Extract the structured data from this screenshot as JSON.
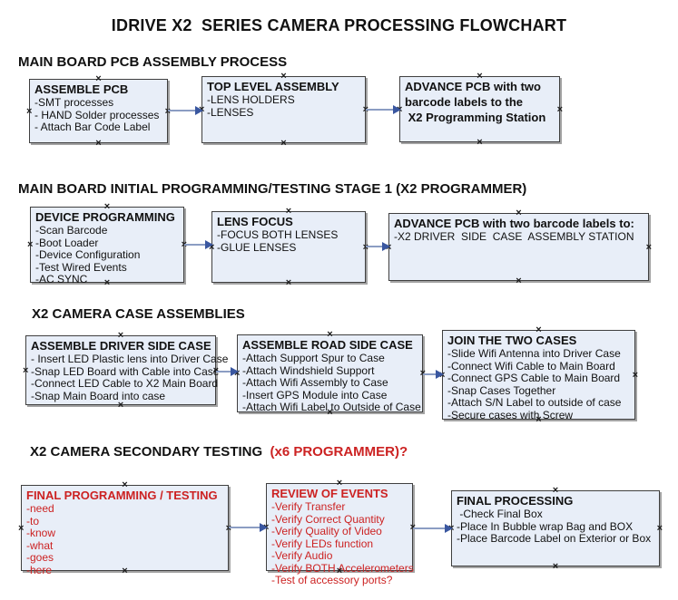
{
  "title": "IDRIVE X2  SERIES CAMERA PROCESSING FLOWCHART",
  "glyphs": {
    "connection_marker": "×"
  },
  "colors": {
    "box_fill": "#e8eef8",
    "box_border": "#3f3f3f",
    "box_shadow": "#a3a3a3",
    "arrow_line": "#8b9dc3",
    "arrow_head": "#3a57a0",
    "red_text": "#cc2222",
    "black_text": "#111111"
  },
  "sections": [
    {
      "heading": "MAIN BOARD PCB ASSEMBLY PROCESS",
      "boxes": [
        {
          "title": "ASSEMBLE PCB",
          "lines": [
            "-SMT processes",
            "- HAND Solder processes",
            "- Attach Bar Code Label"
          ]
        },
        {
          "title": "TOP LEVEL ASSEMBLY",
          "lines": [
            "-LENS HOLDERS",
            "-LENSES"
          ]
        },
        {
          "title": "",
          "lines": [
            "ADVANCE PCB with two",
            "barcode labels to the",
            " X2 Programming Station"
          ]
        }
      ]
    },
    {
      "heading": "MAIN BOARD INITIAL PROGRAMMING/TESTING STAGE 1 (X2 PROGRAMMER)",
      "boxes": [
        {
          "title": "DEVICE PROGRAMMING",
          "lines": [
            "-Scan Barcode",
            "-Boot Loader",
            "-Device Configuration",
            "-Test Wired Events",
            "-AC SYNC"
          ]
        },
        {
          "title": "LENS FOCUS",
          "lines": [
            "-FOCUS BOTH LENSES",
            "-GLUE LENSES"
          ]
        },
        {
          "title": "ADVANCE PCB with two barcode labels to:",
          "lines": [
            "-X2 DRIVER  SIDE  CASE  ASSEMBLY STATION"
          ]
        }
      ]
    },
    {
      "heading": "X2 CAMERA CASE ASSEMBLIES",
      "boxes": [
        {
          "title": "ASSEMBLE DRIVER SIDE CASE",
          "lines": [
            "- Insert LED Plastic lens into Driver Case",
            "-Snap LED Board with Cable into Case",
            "-Connect LED Cable to X2 Main Board",
            "-Snap Main Board into case"
          ]
        },
        {
          "title": "ASSEMBLE ROAD SIDE CASE",
          "lines": [
            "-Attach Support Spur to Case",
            "-Attach Windshield Support",
            "-Attach Wifi Assembly to Case",
            "-Insert GPS Module into Case",
            "-Attach Wifi Label to Outside of Case"
          ]
        },
        {
          "title": "JOIN THE TWO CASES",
          "lines": [
            "-Slide Wifi Antenna into Driver Case",
            "-Connect Wifi Cable to Main Board",
            "-Connect GPS Cable to Main Board",
            "-Snap Cases Together",
            "-Attach S/N Label to outside of case",
            "-Secure cases with Screw"
          ]
        }
      ]
    },
    {
      "heading": "X2 CAMERA SECONDARY TESTING  ",
      "heading_red": "(x6 PROGRAMMER)?",
      "boxes": [
        {
          "title": "FINAL PROGRAMMING / TESTING",
          "lines": [
            "-need",
            "-to",
            "-know",
            "-what",
            "-goes",
            "-here"
          ]
        },
        {
          "title": "REVIEW OF EVENTS",
          "lines": [
            "-Verify Transfer",
            "-Verify Correct Quantity",
            "-Verify Quality of Video",
            "-Verify LEDs function",
            "-Verify Audio",
            "-Verify BOTH Accelerometers",
            "-Test of accessory ports?"
          ]
        },
        {
          "title": "FINAL PROCESSING",
          "lines": [
            " -Check Final Box",
            "-Place In Bubble wrap Bag and BOX",
            "-Place Barcode Label on Exterior or Box"
          ]
        }
      ]
    }
  ]
}
